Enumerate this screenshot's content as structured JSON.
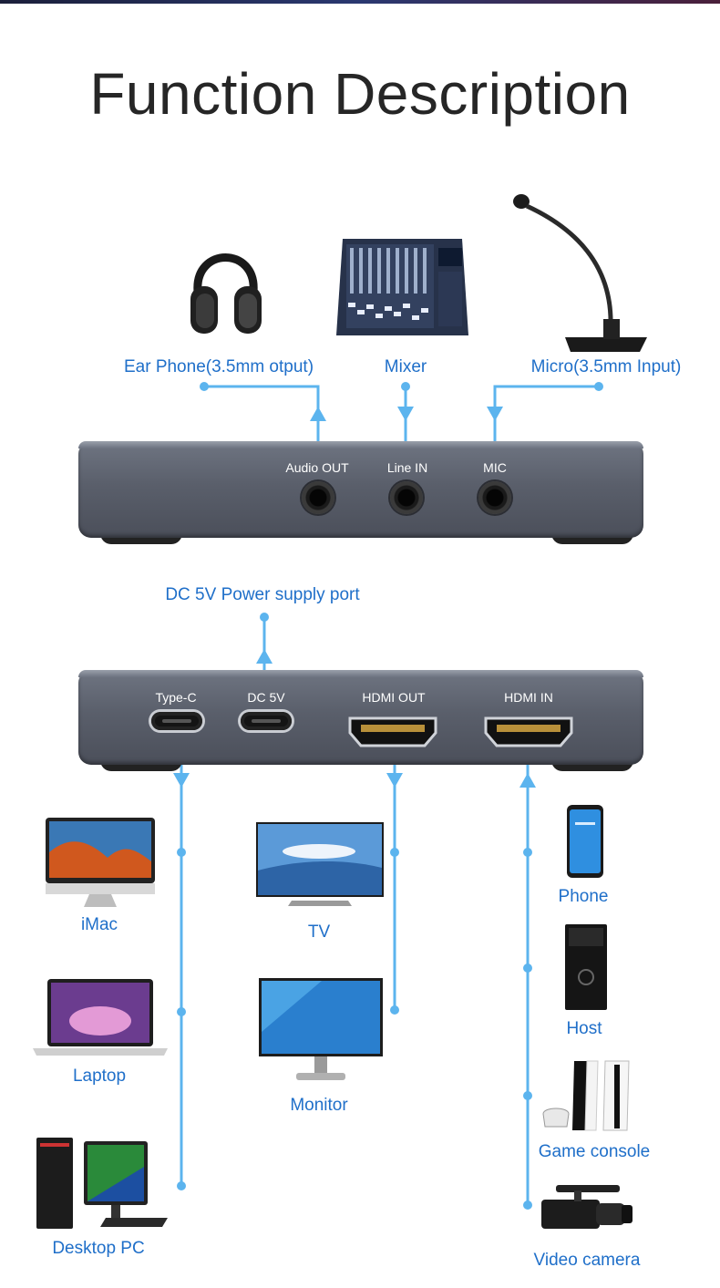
{
  "title": "Function Description",
  "top_labels": {
    "earphone": "Ear Phone(3.5mm otput)",
    "mixer": "Mixer",
    "micro": "Micro(3.5mm Input)"
  },
  "top_ports": {
    "audio_out": "Audio OUT",
    "line_in": "Line IN",
    "mic": "MIC"
  },
  "power_label": "DC 5V Power supply port",
  "bottom_ports": {
    "typec": "Type-C",
    "dc5v": "DC 5V",
    "hdmi_out": "HDMI OUT",
    "hdmi_in": "HDMI IN"
  },
  "typec_devices": [
    "iMac",
    "Laptop",
    "Desktop PC"
  ],
  "hdmi_out_devices": [
    "TV",
    "Monitor"
  ],
  "hdmi_in_devices": [
    "Phone",
    "Host",
    "Game console",
    "Video camera"
  ],
  "colors": {
    "accent": "#1f6fc9",
    "line": "#5cb4ee",
    "device": "#5a5f6b"
  },
  "icons": [
    "headphones-icon",
    "mixer-icon",
    "microphone-icon",
    "imac-icon",
    "laptop-icon",
    "desktop-pc-icon",
    "tv-icon",
    "monitor-icon",
    "phone-icon",
    "host-icon",
    "game-console-icon",
    "video-camera-icon"
  ]
}
